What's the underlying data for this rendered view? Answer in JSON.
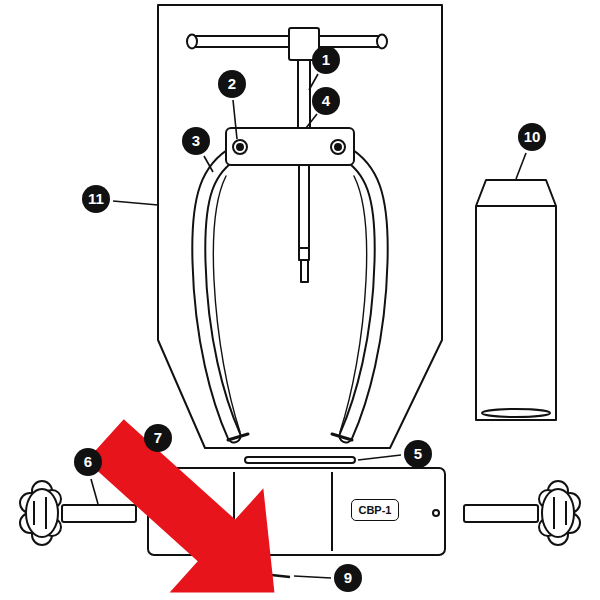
{
  "diagram": {
    "nodes": [
      {
        "text": [
          "CBP-1"
        ]
      }
    ],
    "labels": [
      "1",
      "2",
      "4",
      "3",
      "11",
      "10",
      "5",
      "6",
      "7",
      "9"
    ]
  }
}
